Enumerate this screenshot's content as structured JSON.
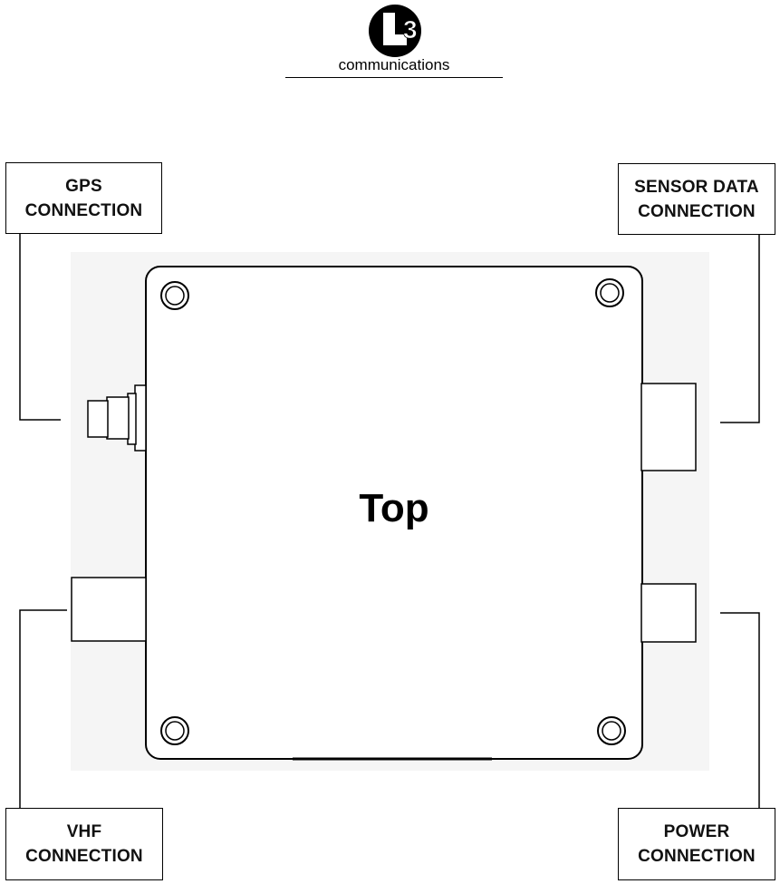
{
  "logo": {
    "mark_text": "L3",
    "company": "communications"
  },
  "device": {
    "view_label": "Top"
  },
  "labels": {
    "gps": "GPS\nCONNECTION",
    "sensor": "SENSOR DATA\nCONNECTION",
    "vhf": "VHF\nCONNECTION",
    "power": "POWER\nCONNECTION"
  },
  "colors": {
    "outline": "#000000",
    "housing_fill": "#ffffff",
    "background_shade": "#f3f3f3"
  }
}
